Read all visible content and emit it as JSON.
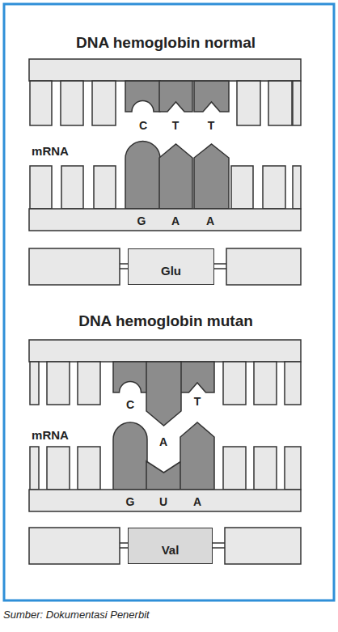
{
  "diagram": {
    "caption": "Sumber: Dokumentasi Penerbit",
    "nodes": [
      {
        "text": [
          "Glu"
        ]
      },
      {
        "text": [
          "Val"
        ]
      }
    ],
    "labels": [
      "DNA hemoglobin normal",
      "C",
      "T",
      "T",
      "mRNA",
      "G",
      "A",
      "A",
      "DNA hemoglobin mutan",
      "C",
      "T",
      "mRNA",
      "A",
      "G",
      "U",
      "A"
    ]
  }
}
